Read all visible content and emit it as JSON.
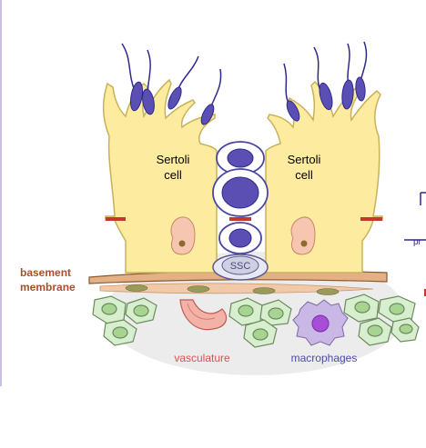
{
  "labels": {
    "sertoli_left": [
      "Sertoli",
      "cell"
    ],
    "sertoli_right": [
      "Sertoli",
      "cell"
    ],
    "basement": [
      "basement",
      "membrane"
    ],
    "ssc": "SSC",
    "vasculature": "vasculature",
    "macrophages": "macrophages",
    "edge_partial": "pr"
  },
  "colors": {
    "sertoli_fill": "#fdeba0",
    "sertoli_stroke": "#c9b15a",
    "germ_fill": "#5b4fb3",
    "germ_light": "#d9d9f2",
    "junction": "#c0392b",
    "membrane": "#d9a06b",
    "peritubular_fill": "#d8efcf",
    "peritubular_nucleus": "#a8d492",
    "niche_halo": "#e8e8e8",
    "vasculature_text": "#d9534f",
    "macrophage_text": "#4b4ba8",
    "basement_text": "#a0522d",
    "macrophage_body": "#c9b7e6",
    "macrophage_nucleus": "#a64fd6"
  }
}
